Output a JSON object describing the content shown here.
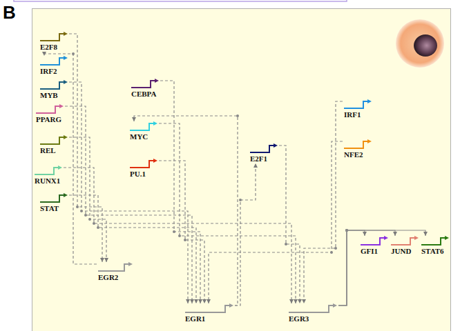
{
  "diagram": {
    "nodes": [
      {
        "text": [
          "E2F8"
        ]
      },
      {
        "text": [
          "IRF2"
        ]
      },
      {
        "text": [
          "MYB"
        ]
      },
      {
        "text": [
          "PPARG"
        ]
      },
      {
        "text": [
          "REL"
        ]
      },
      {
        "text": [
          "RUNX1"
        ]
      },
      {
        "text": [
          "STAT"
        ]
      },
      {
        "text": [
          "CEBPA"
        ]
      },
      {
        "text": [
          "MYC"
        ]
      },
      {
        "text": [
          "PU.1"
        ]
      },
      {
        "text": [
          "E2F1"
        ]
      },
      {
        "text": [
          "IRF1"
        ]
      },
      {
        "text": [
          "NFE2"
        ]
      },
      {
        "text": [
          "GFI1"
        ]
      },
      {
        "text": [
          "JUND"
        ]
      },
      {
        "text": [
          "STAT6"
        ]
      },
      {
        "text": [
          "EGR2"
        ]
      },
      {
        "text": [
          "EGR1"
        ]
      },
      {
        "text": [
          "EGR3"
        ]
      }
    ],
    "edges": [
      {
        "from": 0,
        "to": 16,
        "arrow": "to"
      },
      {
        "from": 2,
        "to": 17,
        "arrow": "to"
      },
      {
        "from": 3,
        "to": 17,
        "arrow": "to"
      },
      {
        "from": 4,
        "to": 16,
        "arrow": "to"
      },
      {
        "from": 5,
        "to": 18,
        "arrow": "to"
      },
      {
        "from": 6,
        "to": 17,
        "arrow": "to"
      },
      {
        "from": 7,
        "to": 17,
        "arrow": "to"
      },
      {
        "from": 8,
        "to": 18,
        "arrow": "to"
      },
      {
        "from": 9,
        "to": 17,
        "arrow": "to"
      },
      {
        "from": 10,
        "to": 18,
        "arrow": "to"
      },
      {
        "from": 11,
        "to": 18,
        "arrow": "to"
      },
      {
        "from": 12,
        "to": 17,
        "arrow": "to"
      },
      {
        "from": 17,
        "to": 10,
        "arrow": "to"
      },
      {
        "from": 17,
        "to": 8,
        "arrow": "to"
      },
      {
        "from": 16,
        "to": 1,
        "arrow": "to"
      },
      {
        "from": 18,
        "to": 13,
        "arrow": "to"
      },
      {
        "from": 18,
        "to": 14,
        "arrow": "to"
      },
      {
        "from": 18,
        "to": 15,
        "arrow": "to"
      }
    ],
    "labels": [
      "B"
    ]
  }
}
